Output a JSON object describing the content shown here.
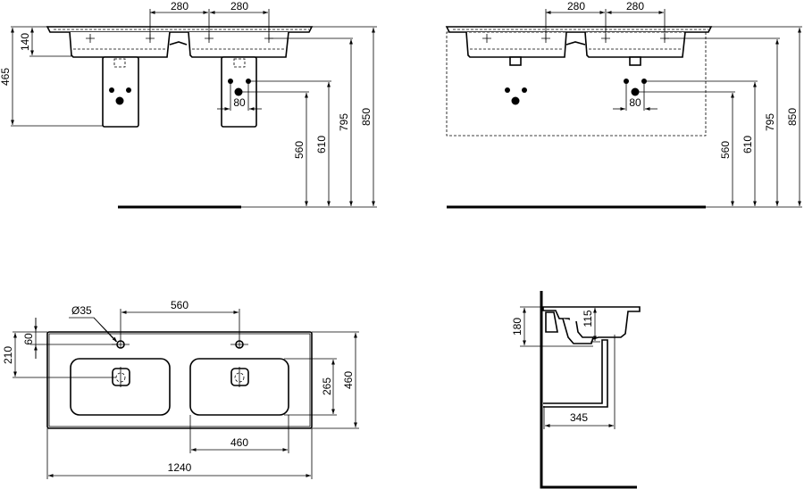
{
  "colors": {
    "line": "#000000",
    "background": "#ffffff"
  },
  "front_view_pedestal": {
    "tap_spacing_left": "280",
    "tap_spacing_right": "280",
    "basin_depth": "140",
    "pedestal_height": "465",
    "waste_height": "560",
    "supply_height": "610",
    "overflow_height": "795",
    "rim_height": "850",
    "supply_spacing": "80"
  },
  "front_view_furniture": {
    "tap_spacing_left": "280",
    "tap_spacing_right": "280",
    "waste_height": "560",
    "supply_height": "610",
    "overflow_height": "795",
    "rim_height": "850",
    "supply_spacing": "80"
  },
  "plan_view": {
    "tap_hole_diameter": "Ø35",
    "tap_hole_spacing": "560",
    "tap_hole_offset": "60",
    "waste_offset": "210",
    "basin_depth": "265",
    "overall_depth": "460",
    "basin_width": "460",
    "overall_width": "1240"
  },
  "side_view": {
    "overall_height": "180",
    "basin_depth": "115",
    "waste_projection": "345"
  }
}
